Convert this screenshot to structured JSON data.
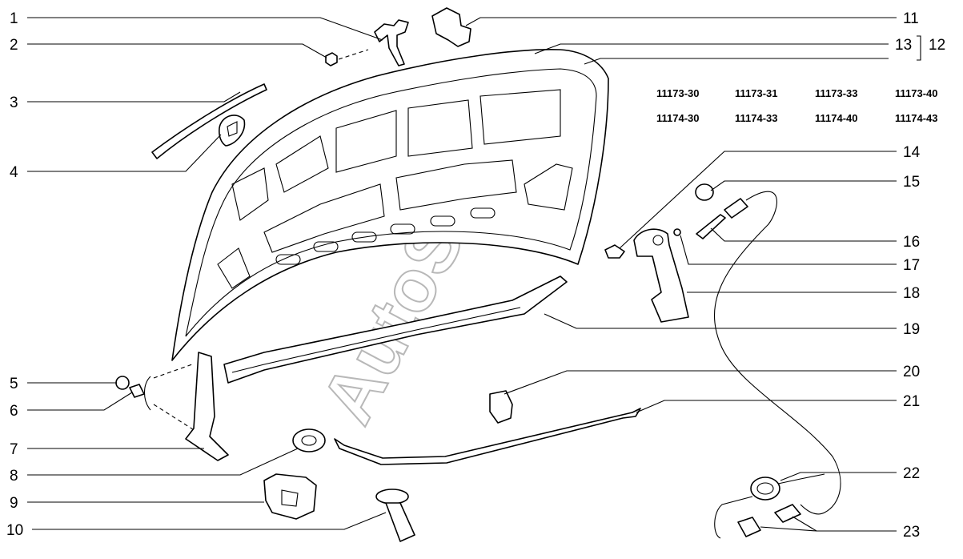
{
  "callouts": {
    "c1": "1",
    "c2": "2",
    "c3": "3",
    "c4": "4",
    "c5": "5",
    "c6": "6",
    "c7": "7",
    "c8": "8",
    "c9": "9",
    "c10": "10",
    "c11": "11",
    "c12": "12",
    "c13": "13",
    "c14": "14",
    "c15": "15",
    "c16": "16",
    "c17": "17",
    "c18": "18",
    "c19": "19",
    "c20": "20",
    "c21": "21",
    "c22": "22",
    "c23": "23"
  },
  "variants": {
    "row1": [
      "11173-30",
      "11173-31",
      "11173-33",
      "11173-40"
    ],
    "row2": [
      "11174-30",
      "11174-33",
      "11174-40",
      "11174-43"
    ]
  },
  "watermark": "AutoSoft"
}
